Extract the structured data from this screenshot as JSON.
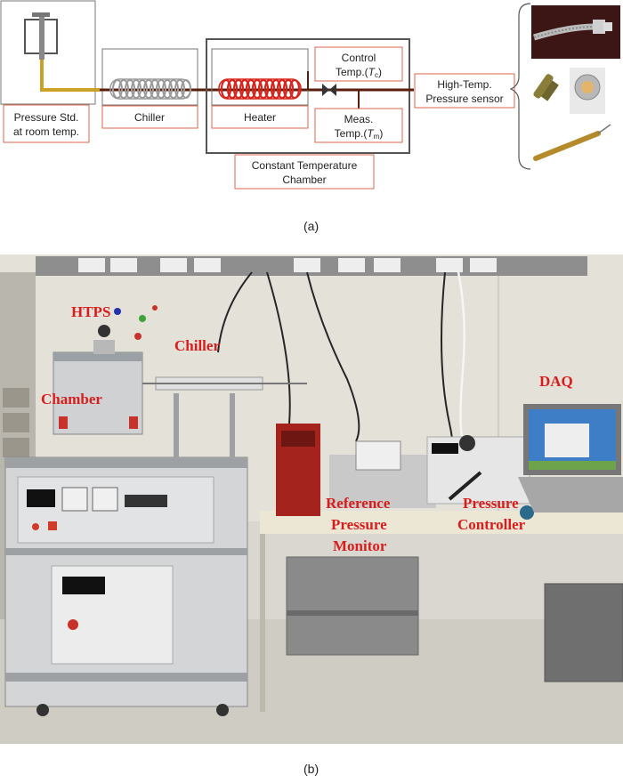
{
  "diagram": {
    "pressure_std_label": [
      "Pressure Std.",
      "at room temp."
    ],
    "chiller_label": "Chiller",
    "heater_label": "Heater",
    "control_temp_label": [
      "Control",
      "Temp.(",
      "T",
      "c",
      ")"
    ],
    "meas_temp_label": [
      "Meas.",
      "Temp.(",
      "T",
      "m",
      ")"
    ],
    "chamber_label": [
      "Constant Temperature",
      "Chamber"
    ],
    "sensor_label": [
      "High-Temp.",
      "Pressure sensor"
    ],
    "caption": "(a)"
  },
  "photo": {
    "labels": {
      "htps": "HTPS",
      "chiller": "Chiller",
      "chamber": "Chamber",
      "daq": "DAQ",
      "reference": [
        "Reference",
        "Pressure",
        "Monitor"
      ],
      "controller": [
        "Pressure",
        "Controller"
      ]
    },
    "caption": "(b)"
  },
  "colors": {
    "box_border": "#e0654e",
    "heater_coil": "#d8241b",
    "chiller_coil": "#9a9a9a",
    "pipe_brown": "#5a1e0e",
    "pipe_gold": "#c9a227",
    "label_red": "#d81d1d"
  }
}
